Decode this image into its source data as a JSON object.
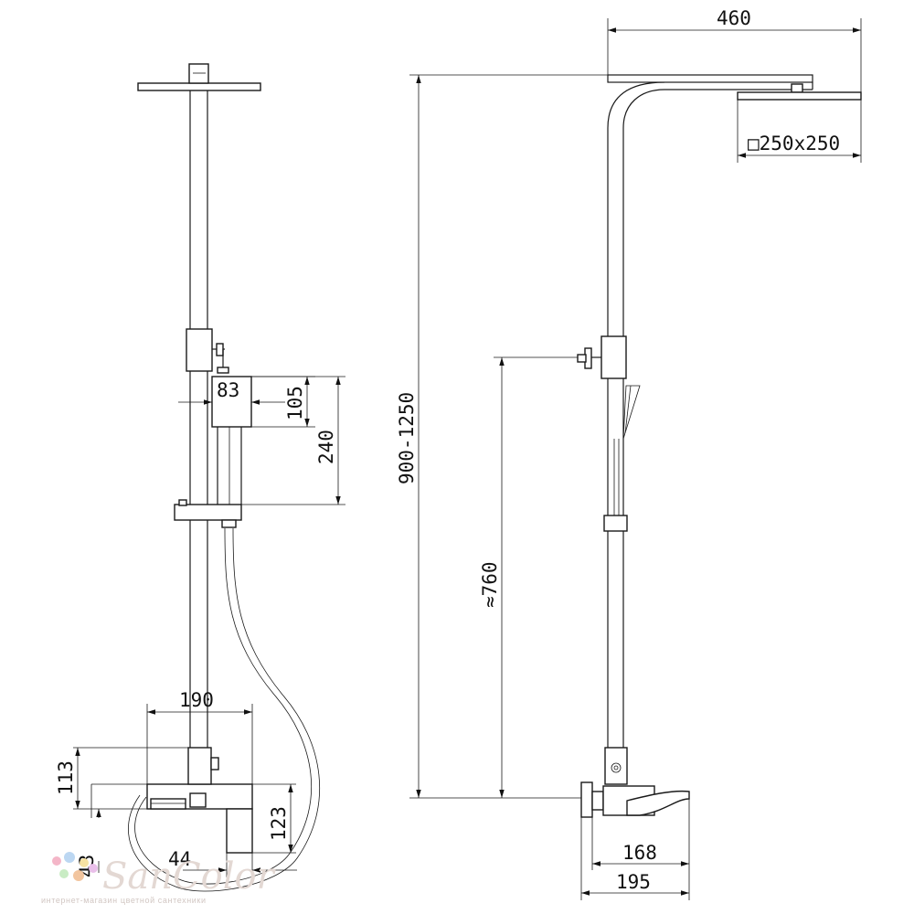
{
  "dimensions": {
    "arm_length": "460",
    "head_size": "□250x250",
    "total_height": "900-1250",
    "holder_height": "≈760",
    "bracket_width": "83",
    "bracket_height": "105",
    "slider_spacing": "240",
    "mixer_width": "190",
    "mixer_height": "113",
    "spout_height": "123",
    "spout_depth": "44",
    "outlet_offset": "43",
    "spout_length": "168",
    "mixer_depth": "195"
  },
  "watermark": {
    "brand": "SanColor",
    "tagline": "интернет-магазин цветной сантехники",
    "dot_colors": [
      "#f4b6c8",
      "#bcd7f2",
      "#f7e3a3",
      "#c9ecc4",
      "#f2c59f",
      "#e9bfe9"
    ]
  }
}
